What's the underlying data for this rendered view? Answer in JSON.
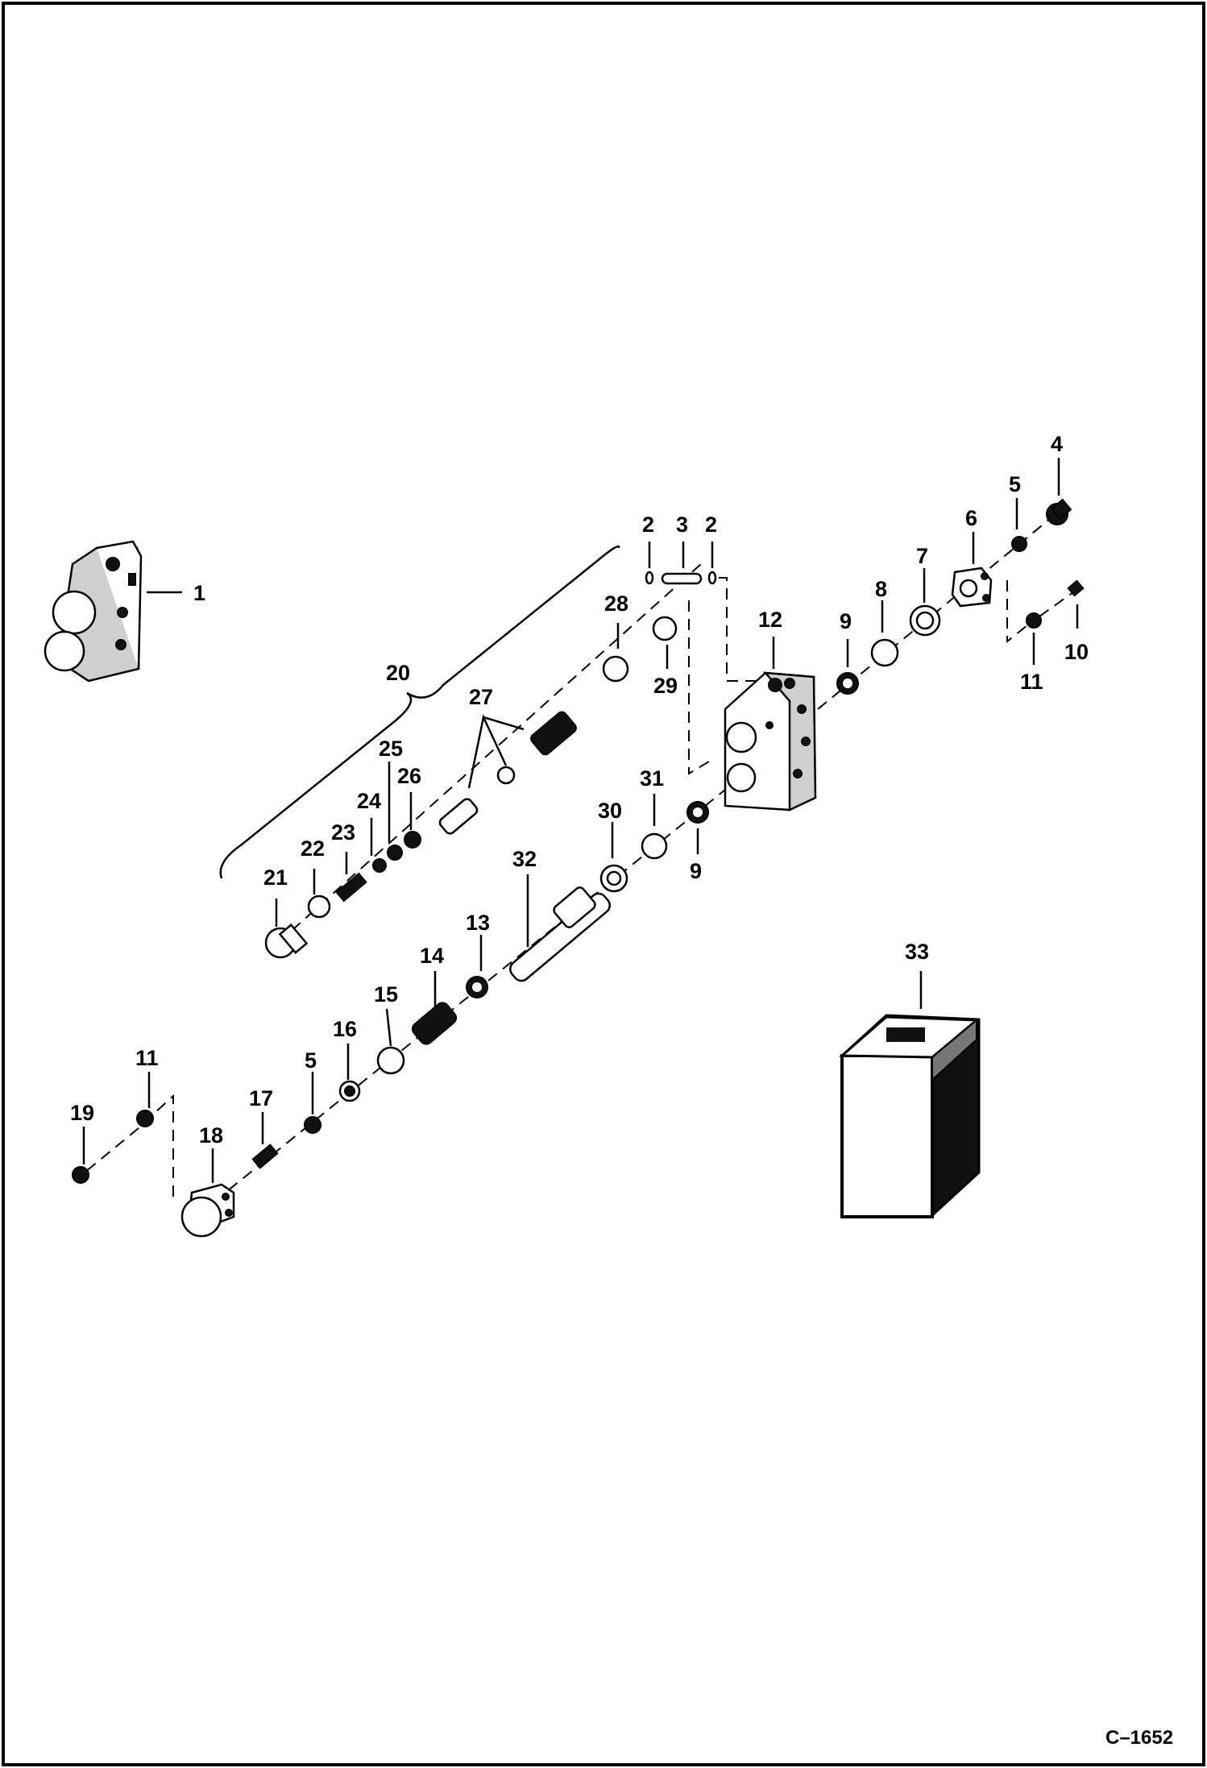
{
  "figure_ref": "C–1652",
  "callouts": {
    "c1": "1",
    "c2a": "2",
    "c3": "3",
    "c2b": "2",
    "c4": "4",
    "c5a": "5",
    "c6": "6",
    "c7": "7",
    "c8": "8",
    "c9a": "9",
    "c10": "10",
    "c11a": "11",
    "c12": "12",
    "c20": "20",
    "c21": "21",
    "c22": "22",
    "c23": "23",
    "c24": "24",
    "c25": "25",
    "c26": "26",
    "c27": "27",
    "c28": "28",
    "c29": "29",
    "c30": "30",
    "c31": "31",
    "c9b": "9",
    "c32": "32",
    "c13": "13",
    "c14": "14",
    "c15": "15",
    "c16": "16",
    "c5b": "5",
    "c17": "17",
    "c11b": "11",
    "c19": "19",
    "c18": "18",
    "c33": "33"
  }
}
